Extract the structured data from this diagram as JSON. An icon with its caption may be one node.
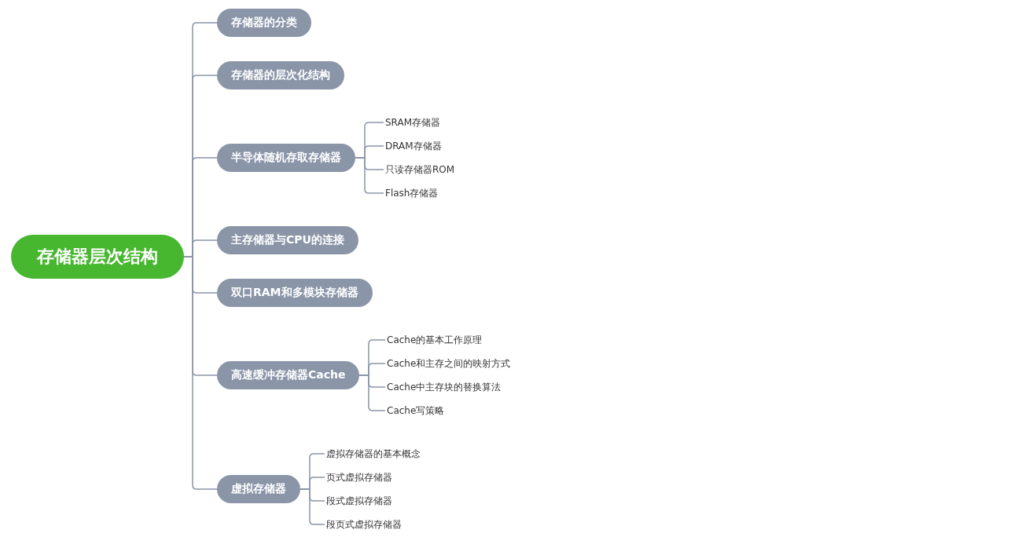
{
  "diagram": {
    "nodes": [
      {
        "text": [
          "存储器层次结构"
        ]
      },
      {
        "text": [
          "存储器的分类"
        ]
      },
      {
        "text": [
          "存储器的层次化结构"
        ]
      },
      {
        "text": [
          "半导体随机存取存储器"
        ]
      },
      {
        "text": [
          "SRAM存储器"
        ]
      },
      {
        "text": [
          "DRAM存储器"
        ]
      },
      {
        "text": [
          "只读存储器ROM"
        ]
      },
      {
        "text": [
          "Flash存储器"
        ]
      },
      {
        "text": [
          "主存储器与CPU的连接"
        ]
      },
      {
        "text": [
          "双口RAM和多模块存储器"
        ]
      },
      {
        "text": [
          "高速缓冲存储器Cache"
        ]
      },
      {
        "text": [
          "Cache的基本工作原理"
        ]
      },
      {
        "text": [
          "Cache和主存之间的映射方式"
        ]
      },
      {
        "text": [
          "Cache中主存块的替换算法"
        ]
      },
      {
        "text": [
          "Cache写策略"
        ]
      },
      {
        "text": [
          "虚拟存储器"
        ]
      },
      {
        "text": [
          "虚拟存储器的基本概念"
        ]
      },
      {
        "text": [
          "页式虚拟存储器"
        ]
      },
      {
        "text": [
          "段式虚拟存储器"
        ]
      },
      {
        "text": [
          "段页式虚拟存储器"
        ]
      }
    ],
    "edges": [
      {
        "from": 0,
        "to": 1,
        "arrow": "none"
      },
      {
        "from": 0,
        "to": 2,
        "arrow": "none"
      },
      {
        "from": 0,
        "to": 3,
        "arrow": "none"
      },
      {
        "from": 3,
        "to": 4,
        "arrow": "none"
      },
      {
        "from": 3,
        "to": 5,
        "arrow": "none"
      },
      {
        "from": 3,
        "to": 6,
        "arrow": "none"
      },
      {
        "from": 3,
        "to": 7,
        "arrow": "none"
      },
      {
        "from": 0,
        "to": 8,
        "arrow": "none"
      },
      {
        "from": 0,
        "to": 9,
        "arrow": "none"
      },
      {
        "from": 0,
        "to": 10,
        "arrow": "none"
      },
      {
        "from": 10,
        "to": 11,
        "arrow": "none"
      },
      {
        "from": 10,
        "to": 12,
        "arrow": "none"
      },
      {
        "from": 10,
        "to": 13,
        "arrow": "none"
      },
      {
        "from": 10,
        "to": 14,
        "arrow": "none"
      },
      {
        "from": 0,
        "to": 15,
        "arrow": "none"
      },
      {
        "from": 15,
        "to": 16,
        "arrow": "none"
      },
      {
        "from": 15,
        "to": 17,
        "arrow": "none"
      },
      {
        "from": 15,
        "to": 18,
        "arrow": "none"
      },
      {
        "from": 15,
        "to": 19,
        "arrow": "none"
      }
    ]
  }
}
